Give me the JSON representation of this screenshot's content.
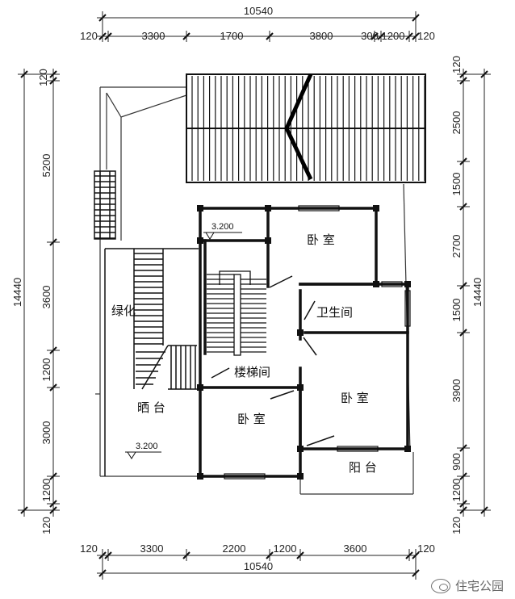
{
  "top_dims": {
    "overall": "10540",
    "segments": [
      "120",
      "3300",
      "1700",
      "3800",
      "300",
      "1200",
      "120"
    ]
  },
  "bottom_dims": {
    "overall": "10540",
    "segments": [
      "120",
      "3300",
      "2200",
      "1200",
      "3600",
      "120"
    ]
  },
  "left_dims": {
    "overall": "14440",
    "segments": [
      "120",
      "5200",
      "3600",
      "1200",
      "3000",
      "1200",
      "120"
    ]
  },
  "right_dims": {
    "overall": "14440",
    "segments": [
      "120",
      "2500",
      "1500",
      "2700",
      "1500",
      "3900",
      "900",
      "1200",
      "120"
    ]
  },
  "rooms": {
    "bedroom_top": "卧  室",
    "bathroom": "卫生间",
    "stairwell": "楼梯间",
    "bedroom_right": "卧    室",
    "bedroom_bottom": "卧    室",
    "balcony": "阳  台",
    "drying_terrace": "晒    台",
    "greenery": "绿化"
  },
  "levels": {
    "stair_landing": "3.200",
    "terrace": "3.200"
  },
  "watermark": "住宅公园"
}
